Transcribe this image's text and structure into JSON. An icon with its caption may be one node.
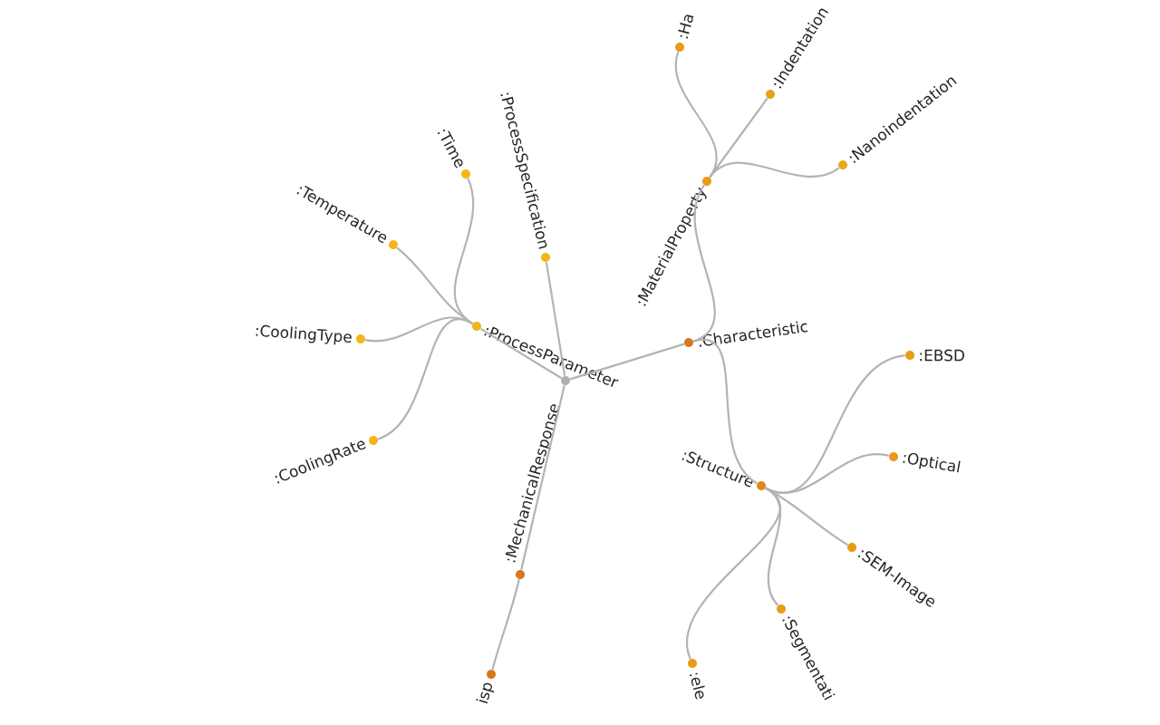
{
  "diagram": {
    "nodes": [
      {
        "text": [],
        "shape": "circle"
      },
      {
        "text": [
          ":ProcessParameter"
        ]
      },
      {
        "text": [
          ":Time"
        ]
      },
      {
        "text": [
          ":Temperature"
        ]
      },
      {
        "text": [
          ":CoolingType"
        ]
      },
      {
        "text": [
          ":CoolingRate"
        ]
      },
      {
        "text": [
          ":ProcessSpecification"
        ]
      },
      {
        "text": [
          ":Characteristic"
        ]
      },
      {
        "text": [
          ":MaterialProperty"
        ]
      },
      {
        "text": [
          ":Ha"
        ]
      },
      {
        "text": [
          ":Indentation"
        ]
      },
      {
        "text": [
          ":Nanoindentation"
        ]
      },
      {
        "text": [
          ":Structure"
        ]
      },
      {
        "text": [
          ":EBSD"
        ]
      },
      {
        "text": [
          ":Optical"
        ]
      },
      {
        "text": [
          ":SEM-Image"
        ]
      },
      {
        "text": [
          ":Segmentati"
        ]
      },
      {
        "text": [
          ":ele"
        ]
      },
      {
        "text": [
          ":MechanicalResponse"
        ]
      },
      {
        "text": [
          "isp"
        ]
      }
    ],
    "edges": [
      {
        "from": 0,
        "to": 1,
        "arrow": "none"
      },
      {
        "from": 1,
        "to": 2,
        "arrow": "none"
      },
      {
        "from": 1,
        "to": 3,
        "arrow": "none"
      },
      {
        "from": 1,
        "to": 4,
        "arrow": "none"
      },
      {
        "from": 1,
        "to": 5,
        "arrow": "none"
      },
      {
        "from": 0,
        "to": 6,
        "arrow": "none"
      },
      {
        "from": 0,
        "to": 7,
        "arrow": "none"
      },
      {
        "from": 7,
        "to": 8,
        "arrow": "none"
      },
      {
        "from": 8,
        "to": 9,
        "arrow": "none"
      },
      {
        "from": 8,
        "to": 10,
        "arrow": "none"
      },
      {
        "from": 8,
        "to": 11,
        "arrow": "none"
      },
      {
        "from": 7,
        "to": 12,
        "arrow": "none"
      },
      {
        "from": 12,
        "to": 13,
        "arrow": "none"
      },
      {
        "from": 12,
        "to": 14,
        "arrow": "none"
      },
      {
        "from": 12,
        "to": 15,
        "arrow": "none"
      },
      {
        "from": 12,
        "to": 16,
        "arrow": "none"
      },
      {
        "from": 12,
        "to": 17,
        "arrow": "none"
      },
      {
        "from": 0,
        "to": 18,
        "arrow": "none"
      },
      {
        "from": 18,
        "to": 19,
        "arrow": "none"
      }
    ]
  }
}
